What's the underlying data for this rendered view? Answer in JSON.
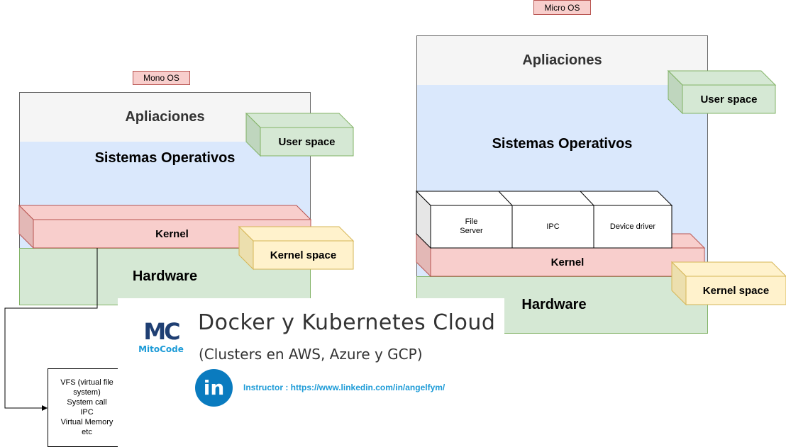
{
  "mono": {
    "tag": "Mono OS",
    "apps": "Apliaciones",
    "os": "Sistemas Operativos",
    "kernel": "Kernel",
    "hardware": "Hardware",
    "user_space": "User space",
    "kernel_space": "Kernel space",
    "note_lines": [
      "VFS (virtual file",
      "system)",
      "System call",
      "IPC",
      "Virtual Memory",
      "etc"
    ]
  },
  "micro": {
    "tag": "Micro OS",
    "apps": "Apliaciones",
    "os": "Sistemas Operativos",
    "kernel": "Kernel",
    "hardware": "Hardware",
    "user_space": "User space",
    "kernel_space": "Kernel space",
    "services": [
      {
        "line1": "File",
        "line2": "Server"
      },
      {
        "line1": "IPC",
        "line2": ""
      },
      {
        "line1": "Device driver",
        "line2": ""
      }
    ]
  },
  "banner": {
    "logo_letters": "MC",
    "logo_name": "MitoCode",
    "course_title": "Docker y Kubernetes Cloud",
    "course_subtitle": "(Clusters en AWS, Azure y GCP)",
    "linkedin_glyph": "in",
    "instructor": "Instructor : https://www.linkedin.com/in/angelfym/"
  },
  "colors": {
    "apps_fill": "#f5f5f5",
    "os_fill": "#dae8fc",
    "kernel_fill": "#f8cecc",
    "hardware_fill": "#d5e8d4",
    "user_space_fill": "#d5e8d4",
    "kernel_space_fill": "#fff2cc",
    "linkedin_blue": "#0a7bbf",
    "brand_navy": "#1f3f73"
  }
}
